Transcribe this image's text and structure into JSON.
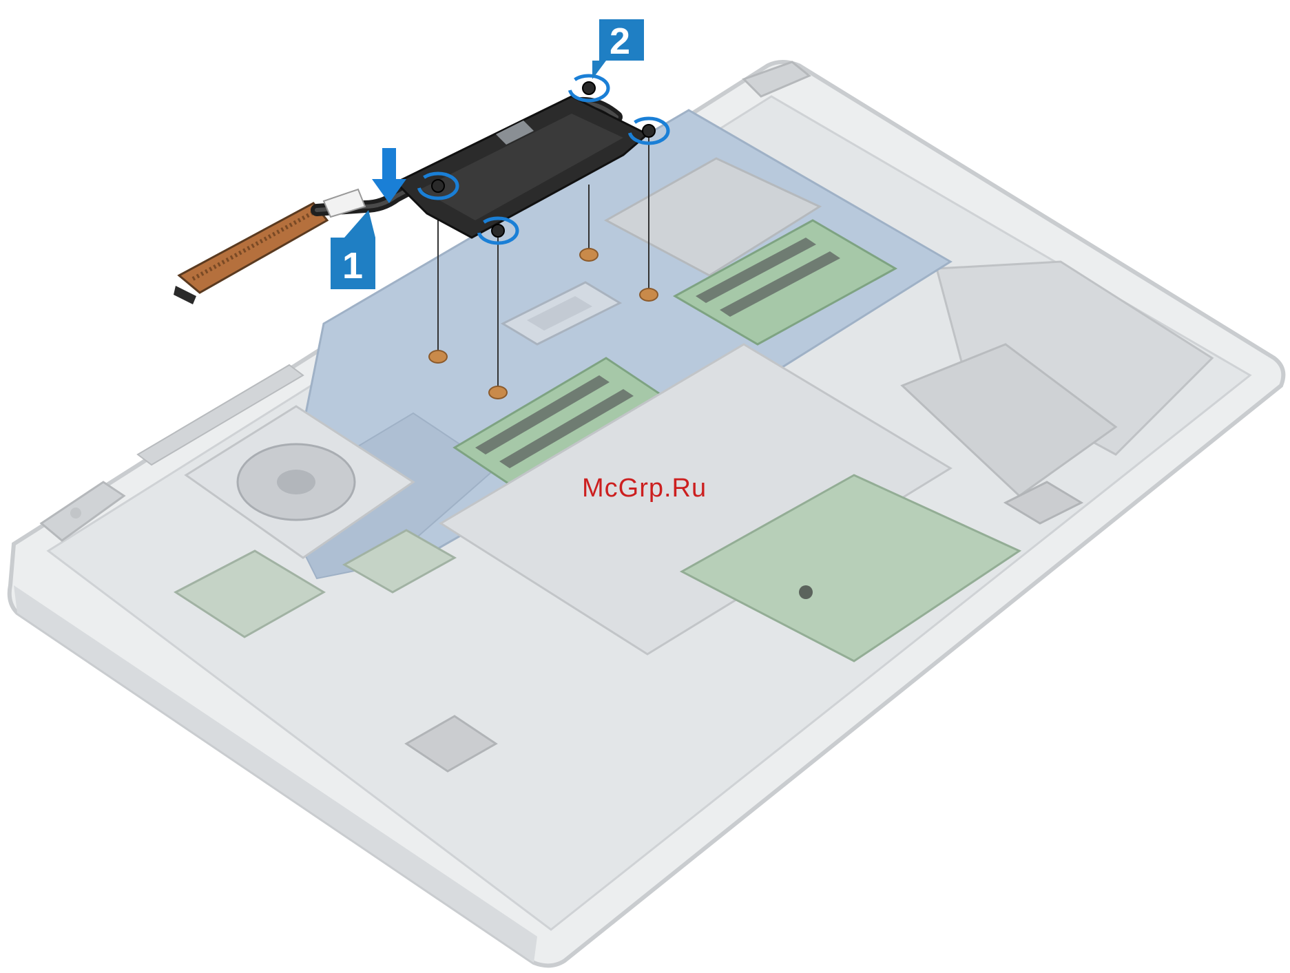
{
  "diagram": {
    "steps": [
      {
        "number": "1",
        "action": "unseat-heatsink-arrow"
      },
      {
        "number": "2",
        "action": "remove-screws-rotation"
      }
    ],
    "watermark": "McGrp.Ru",
    "colors": {
      "step_badge": "#1f7fc4",
      "arrow_blue": "#1a7fd6",
      "chassis": "#e9ebec",
      "chassis_edge": "#c9cccf",
      "board_blue": "#9fb6cf",
      "heatsink": "#2b2b2b",
      "copper": "#b5703d",
      "ram_green": "#9fc2a0",
      "watermark": "#cc1f1f"
    }
  }
}
